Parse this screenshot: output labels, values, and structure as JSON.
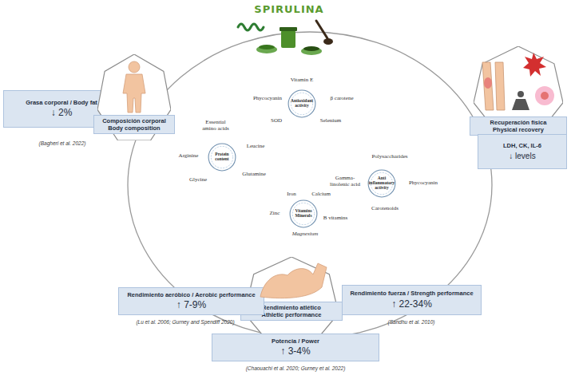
{
  "diagram": {
    "title": "SPIRULINA",
    "nodes": [
      {
        "text": [
          "Antioxidant activity"
        ]
      },
      {
        "text": [
          "Grasa corporal / Body fat",
          "↓ 2%"
        ]
      },
      {
        "text": [
          "Composición corporal",
          "Body composition"
        ]
      },
      {
        "text": [
          "Recuperación física",
          "Physical recovery"
        ]
      },
      {
        "text": [
          "Protein content"
        ]
      },
      {
        "text": [
          "LDH, CK, IL-6",
          "↓ levels"
        ]
      },
      {
        "text": [
          "Anti inflammatory activity"
        ]
      },
      {
        "text": [
          "Vitamins Minerals"
        ]
      },
      {
        "text": [
          "Rendimiento atlético",
          "Athletic performance"
        ]
      },
      {
        "text": [
          "Rendimiento aeróbico / Aerobic performance",
          "↑ 7-9%"
        ]
      },
      {
        "text": [
          "Rendimiento fuerza / Strength performance",
          "↑ 22-34%"
        ]
      },
      {
        "text": [
          "Potencia / Power",
          "↑ 3-4%"
        ]
      }
    ],
    "labels": [
      "Vitamin E",
      "Phycocyanin",
      "β carotene",
      "SOD",
      "Selenium",
      "Essential amino acids",
      "Arginine",
      "Leucine",
      "Glycine",
      "Glutamine",
      "Polysaccharides",
      "Gamma-linolenic acid",
      "Phycocyanin",
      "Carotenoids",
      "Iron",
      "Calcium",
      "Zinc",
      "B vitamins",
      "Magnesium",
      "(Bagheri et al. 2022)",
      "(Lu et al. 2006; Gurney and Spendiff 2020)",
      "(Sandhu et al. 2010)",
      "(Chaouachi et al. 2020; Gurney et al. 2022)"
    ]
  }
}
